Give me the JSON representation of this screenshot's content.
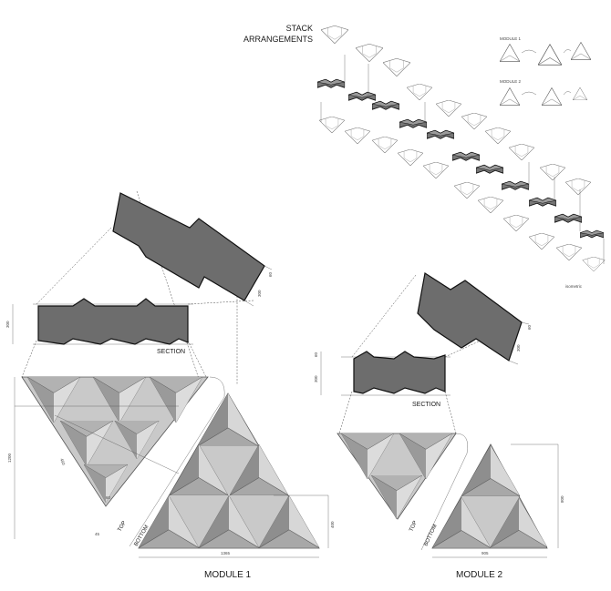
{
  "title": {
    "line1": "STACK",
    "line2": "ARRANGEMENTS"
  },
  "legend": {
    "module1": "MODULE 1",
    "module2": "MODULE 2"
  },
  "isometric_note": "isometric",
  "module1": {
    "caption": "MODULE 1",
    "section_label": "SECTION",
    "top_label": "TOP",
    "bottom_label": "BOTTOM",
    "dims": {
      "height": "1200",
      "width": "1365",
      "side": "400",
      "thickness": "300",
      "depth": "60",
      "inner": "450",
      "angle": "60",
      "small": "45"
    }
  },
  "module2": {
    "caption": "MODULE 2",
    "section_label": "SECTION",
    "top_label": "TOP",
    "bottom_label": "BOTTOM",
    "dims": {
      "height": "800",
      "width": "905",
      "thickness": "300",
      "depth": "60"
    }
  },
  "colors": {
    "dark_fill": "#6d6d6d",
    "light_fill": "#c8c8c8",
    "line": "#111111"
  }
}
